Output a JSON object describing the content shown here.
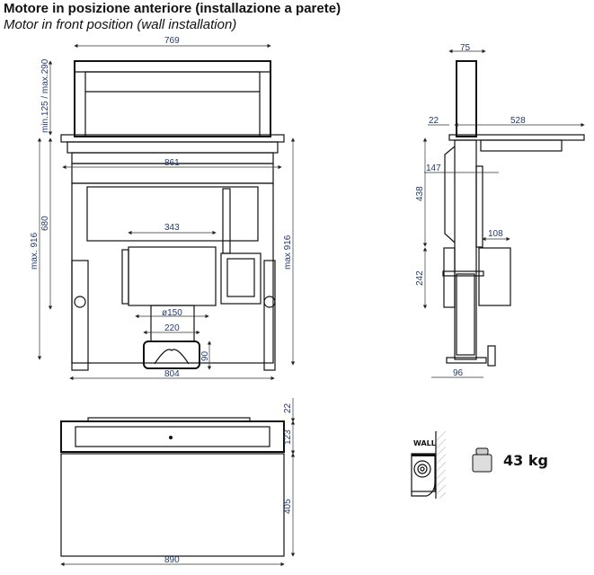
{
  "title_it": "Motore in posizione anteriore (installazione a parete)",
  "title_en": "Motor in front position (wall installation)",
  "front_view": {
    "dims": {
      "top_width": "769",
      "height_range": "min.125 / max.290",
      "overall_width": "861",
      "left_max": "max. 916",
      "height": "680",
      "motor_width": "343",
      "right_max": "max 916",
      "duct_diameter": "ø150",
      "duct_width": "220",
      "duct_height": "90",
      "base_width": "804"
    }
  },
  "side_view": {
    "dims": {
      "column_width": "75",
      "offset": "22",
      "depth": "528",
      "upper_offset": "147",
      "upper_height": "438",
      "box_depth": "108",
      "lower_height": "242",
      "bottom_width": "96"
    }
  },
  "top_view": {
    "dims": {
      "plate": "22",
      "band": "123",
      "depth": "405",
      "width": "890"
    }
  },
  "legend": {
    "wall_label": "WALL",
    "weight": "43 kg"
  }
}
